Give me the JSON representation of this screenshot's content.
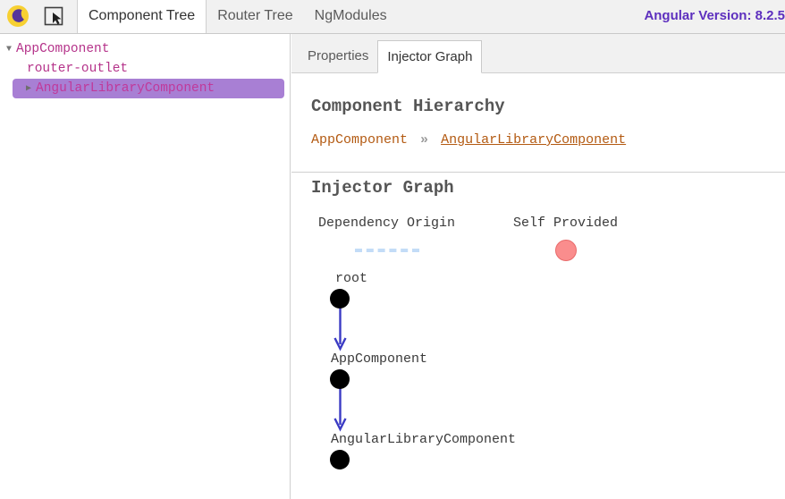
{
  "header": {
    "icons": [
      {
        "name": "dark-mode-toggle",
        "glyph": "moon-icon"
      },
      {
        "name": "element-inspector",
        "glyph": "cursor-select-icon"
      }
    ],
    "tabs": [
      {
        "label": "Component Tree",
        "active": true
      },
      {
        "label": "Router Tree",
        "active": false
      },
      {
        "label": "NgModules",
        "active": false
      }
    ],
    "version_label": "Angular Version: 8.2.5",
    "version_color": "#5d2fbe"
  },
  "component_tree": {
    "items": [
      {
        "label": "AppComponent",
        "depth": 0,
        "toggle": "▼",
        "selected": false
      },
      {
        "label": "router-outlet",
        "depth": 1,
        "toggle": "",
        "selected": false
      },
      {
        "label": "AngularLibraryComponent",
        "depth": 1,
        "toggle": "▶",
        "selected": true
      }
    ],
    "text_color": "#b5338a",
    "selected_bg": "#a87fd4"
  },
  "detail": {
    "tabs": [
      {
        "label": "Properties",
        "active": false
      },
      {
        "label": "Injector Graph",
        "active": true
      }
    ],
    "hierarchy": {
      "title": "Component Hierarchy",
      "separator": "»",
      "crumbs": [
        {
          "label": "AppComponent",
          "current": false
        },
        {
          "label": "AngularLibraryComponent",
          "current": true
        }
      ],
      "link_color": "#b35a12"
    },
    "injector_graph": {
      "title": "Injector Graph",
      "legend": [
        {
          "label": "Dependency Origin",
          "swatch": "dashed-line",
          "color": "#c3dcf7"
        },
        {
          "label": "Self Provided",
          "swatch": "circle",
          "color": "#fa8d8d"
        }
      ],
      "nodes": [
        {
          "label": "root"
        },
        {
          "label": "AppComponent"
        },
        {
          "label": "AngularLibraryComponent"
        }
      ],
      "edge_color": "#3b3bc4",
      "node_color": "#000000"
    }
  }
}
